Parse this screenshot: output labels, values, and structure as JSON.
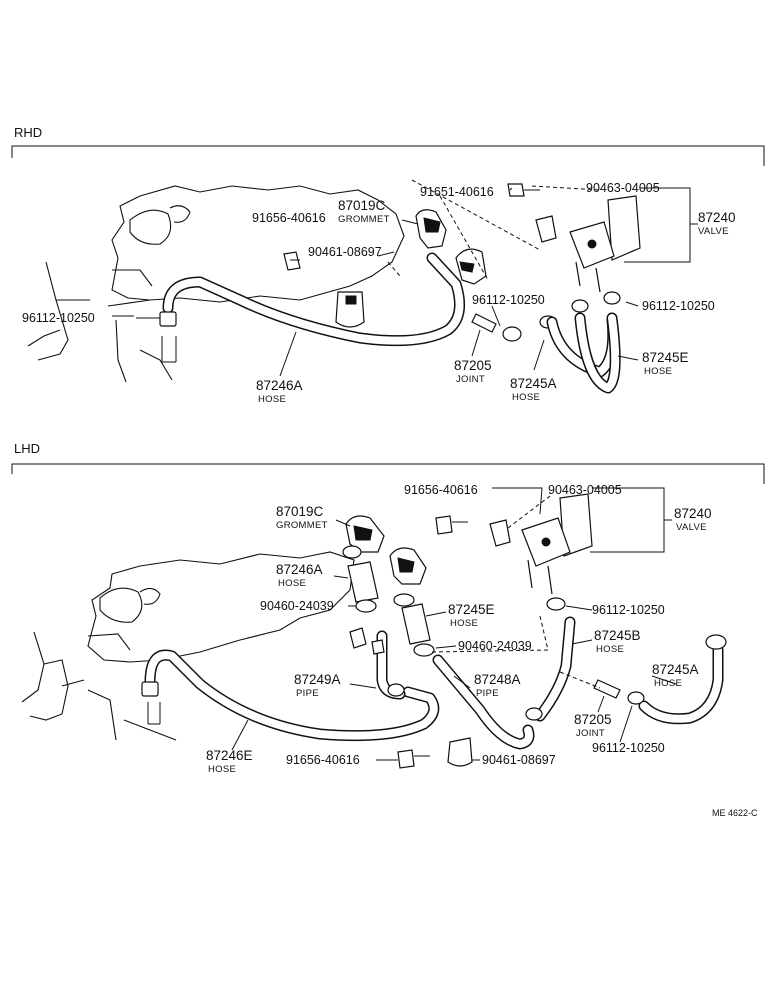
{
  "sections": {
    "rhd": {
      "title": "RHD",
      "labels": {
        "grommet_no": "87019C",
        "grommet_name": "GROMMET",
        "bolt1": "91656-40616",
        "bolt2": "91651-40616",
        "clamp1": "90461-08697",
        "clip1": "90463-04005",
        "valve_no": "87240",
        "valve_name": "VALVE",
        "clip_left": "96112-10250",
        "clip_mid": "96112-10250",
        "clip_right": "96112-10250",
        "joint_no": "87205",
        "joint_name": "JOINT",
        "hose_a_no": "87245A",
        "hose_a_name": "HOSE",
        "hose_e_no": "87245E",
        "hose_e_name": "HOSE",
        "hose_main_no": "87246A",
        "hose_main_name": "HOSE"
      }
    },
    "lhd": {
      "title": "LHD",
      "labels": {
        "grommet_no": "87019C",
        "grommet_name": "GROMMET",
        "bolt_top": "91656-40616",
        "clip1": "90463-04005",
        "valve_no": "87240",
        "valve_name": "VALVE",
        "hose_246a_no": "87246A",
        "hose_246a_name": "HOSE",
        "ring1": "90460-24039",
        "hose_245e_no": "87245E",
        "hose_245e_name": "HOSE",
        "clip_right": "96112-10250",
        "ring2": "90460-24039",
        "hose_245b_no": "87245B",
        "hose_245b_name": "HOSE",
        "pipe_249a_no": "87249A",
        "pipe_249a_name": "PIPE",
        "pipe_248a_no": "87248A",
        "pipe_248a_name": "PIPE",
        "hose_245a_no": "87245A",
        "hose_245a_name": "HOSE",
        "joint_no": "87205",
        "joint_name": "JOINT",
        "clip_bottom": "96112-10250",
        "hose_main_no": "87246E",
        "hose_main_name": "HOSE",
        "bolt_bottom": "91656-40616",
        "clamp_bottom": "90461-08697"
      }
    }
  },
  "drawing_code": "ME 4622-C"
}
